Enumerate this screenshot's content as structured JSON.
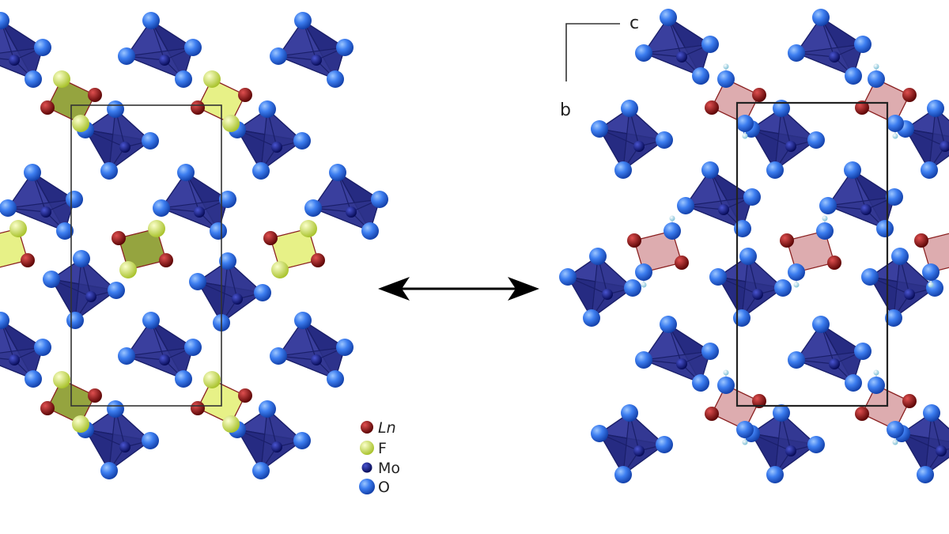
{
  "legend": {
    "items": [
      {
        "id": "ln",
        "label": "Ln",
        "italic": true,
        "color": "#8b0e0e"
      },
      {
        "id": "f",
        "label": "F",
        "italic": false,
        "color": "#d6ee5c"
      },
      {
        "id": "mo",
        "label": "Mo",
        "italic": false,
        "color": "#0a127a"
      },
      {
        "id": "o",
        "label": "O",
        "italic": false,
        "color": "#2f6fe8"
      }
    ]
  },
  "axes": {
    "horizontal": "c",
    "vertical": "b"
  },
  "colors": {
    "tetrahedron_fill": "#2a2f8f",
    "tetrahedron_edge": "#1a1f6a",
    "oxygen": "#2f6fe8",
    "molybdenum": "#0a127a",
    "lanthanide": "#8b0e0e",
    "fluorine": "#d6ee5c",
    "fluoride_square": "#8a9a2a",
    "fluoride_square_alt": "#e4ef7a",
    "hydroxide_square": "#d9a3a6",
    "hydrogen": "#a8d8e8",
    "cell": "#333333",
    "arrow": "#000000"
  },
  "icons": [
    "mo-tetrahedron-icon",
    "ln-square-icon",
    "double-arrow-icon",
    "axis-indicator-icon"
  ]
}
